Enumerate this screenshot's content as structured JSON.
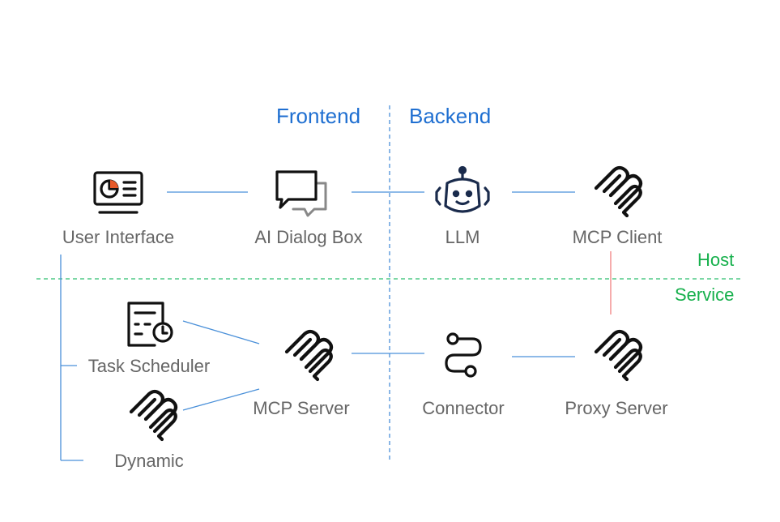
{
  "sections": {
    "frontend": "Frontend",
    "backend": "Backend"
  },
  "zones": {
    "host": "Host",
    "service": "Service"
  },
  "nodes": {
    "user_interface": "User Interface",
    "ai_dialog_box": "AI Dialog Box",
    "llm": "LLM",
    "mcp_client": "MCP Client",
    "task_scheduler": "Task Scheduler",
    "dynamic": "Dynamic",
    "mcp_server": "MCP Server",
    "connector": "Connector",
    "proxy_server": "Proxy Server"
  },
  "colors": {
    "section_text": "#1f6fd1",
    "zone_text": "#16b04c",
    "label_text": "#666666",
    "connector_line": "#4a90d9",
    "host_service_divider": "#2fbf6f",
    "client_proxy_link": "#f08080",
    "icon_stroke": "#111111",
    "accent": "#e85a2a"
  },
  "icons": {
    "user_interface": "dashboard-monitor-icon",
    "ai_dialog_box": "chat-bubbles-icon",
    "llm": "robot-icon",
    "mcp_client": "mcp-logo-icon",
    "task_scheduler": "document-clock-icon",
    "dynamic": "mcp-logo-icon",
    "mcp_server": "mcp-logo-icon",
    "connector": "connector-path-icon",
    "proxy_server": "mcp-logo-icon"
  }
}
